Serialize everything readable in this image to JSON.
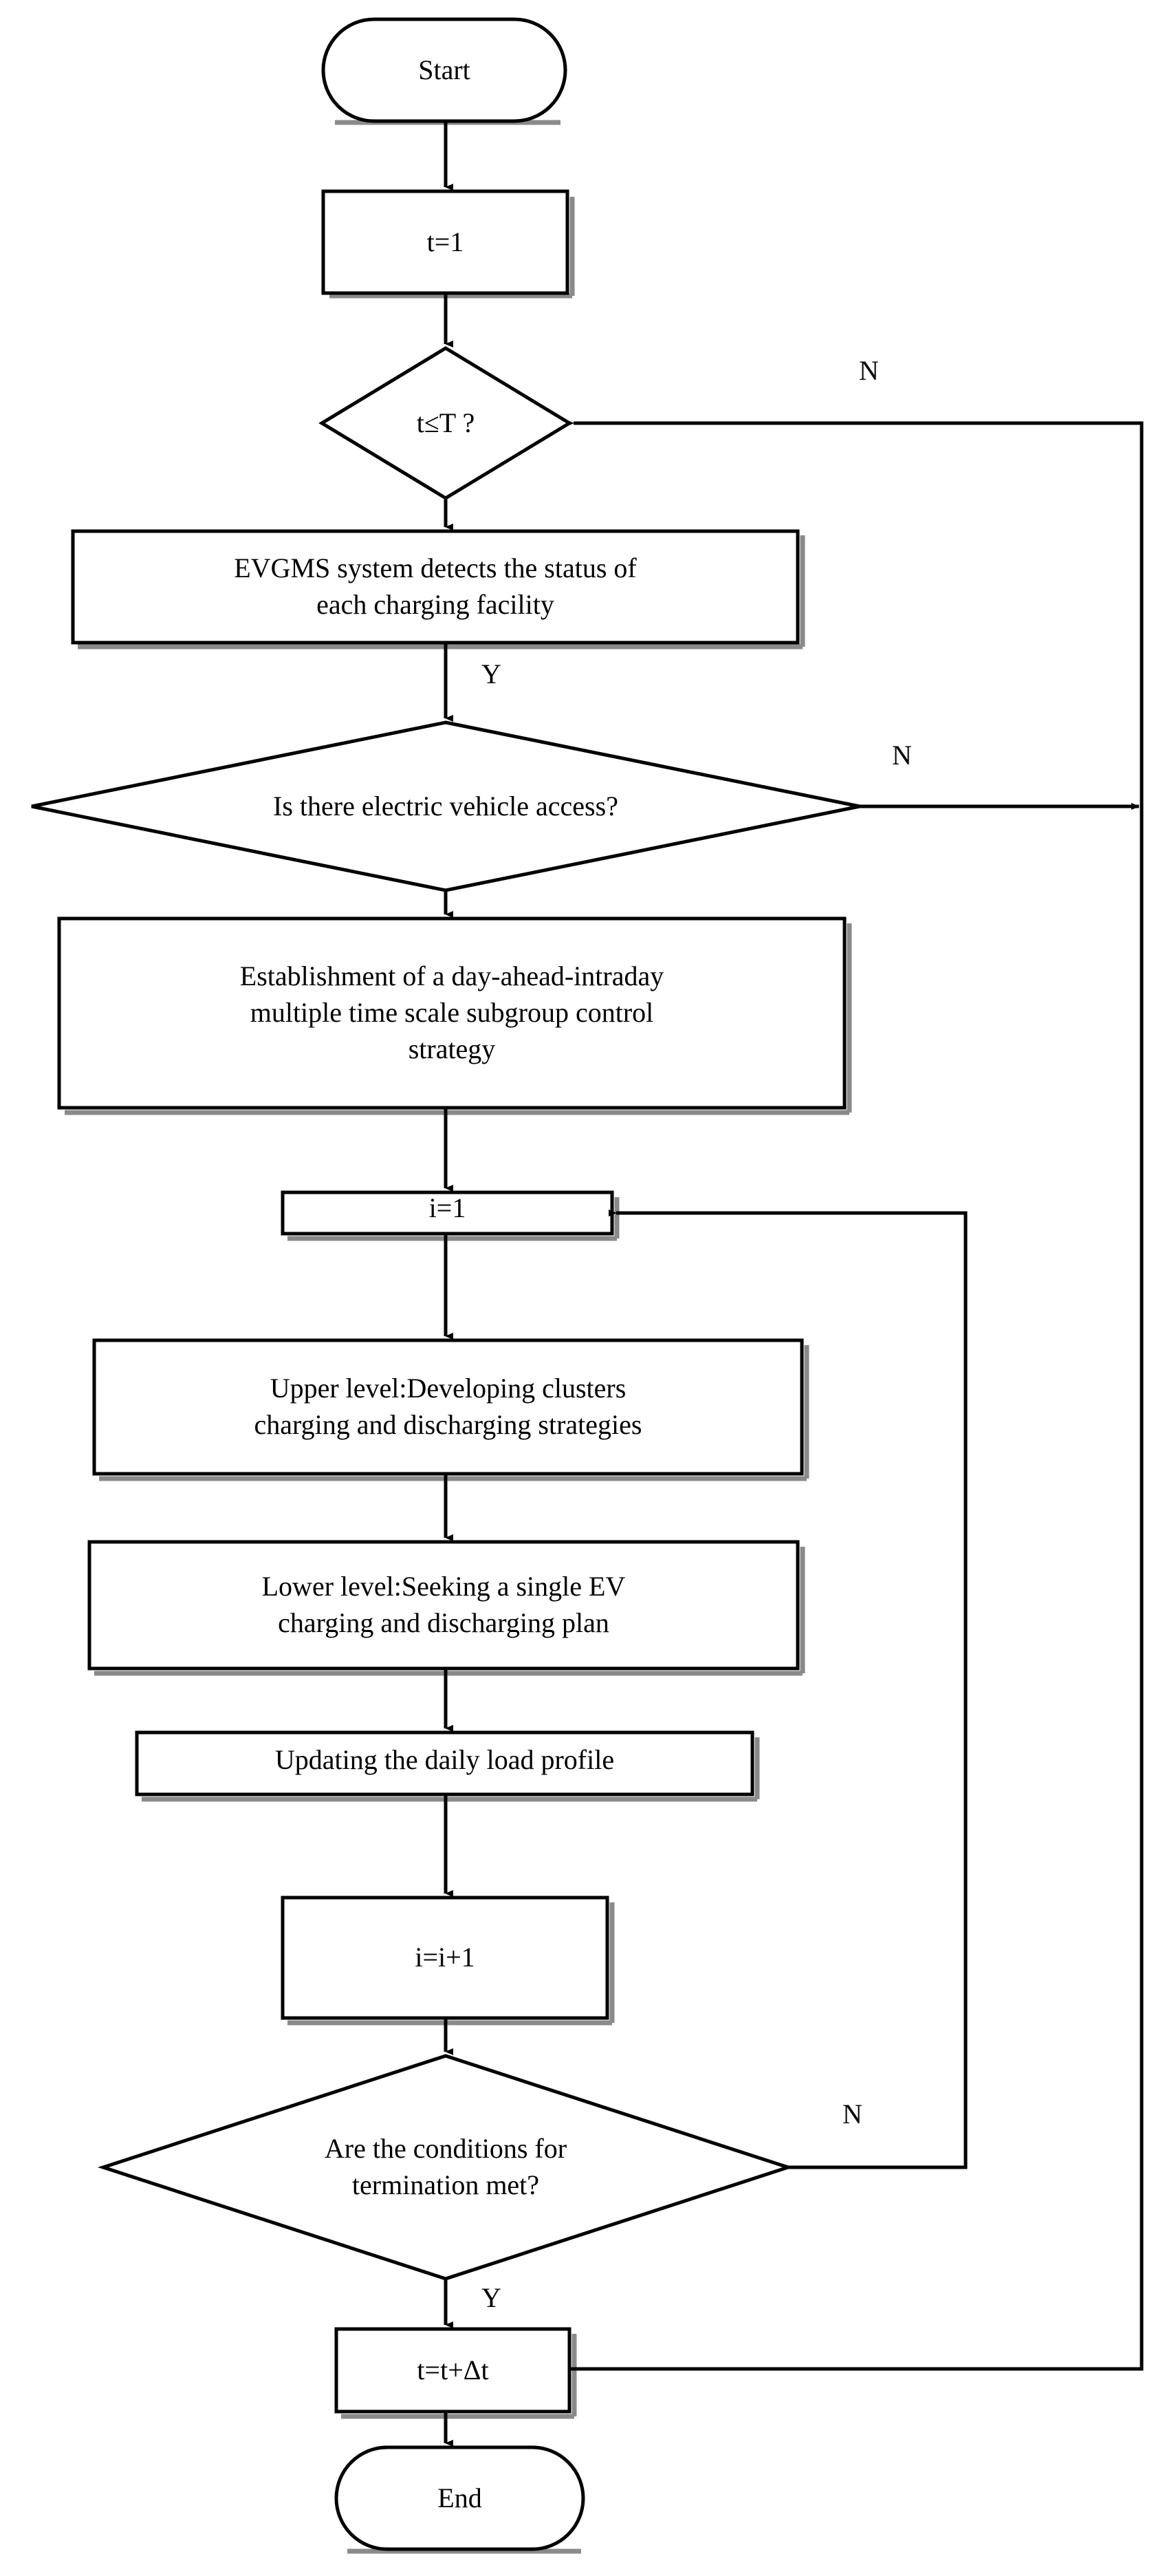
{
  "diagram": {
    "title": "EVGMS day-ahead-intraday multiple time scale control flowchart",
    "type": "flowchart",
    "orientation": "top-to-bottom",
    "colors": {
      "stroke": "#000000",
      "fill": "#ffffff",
      "text": "#000000",
      "shadow": "#808080"
    }
  },
  "nodes": {
    "start": {
      "label": "Start",
      "shape": "terminator"
    },
    "init_t": {
      "label": "t=1",
      "shape": "process"
    },
    "check_t": {
      "label": "t≤T ?",
      "shape": "decision"
    },
    "detect": {
      "label": "EVGMS system detects the status of\neach charging facility",
      "shape": "process"
    },
    "ev_access": {
      "label": "Is there electric vehicle access?",
      "shape": "decision"
    },
    "establish": {
      "label": "Establishment of a day-ahead-intraday\nmultiple time scale subgroup control\nstrategy",
      "shape": "process"
    },
    "init_i": {
      "label": "i=1",
      "shape": "process"
    },
    "upper": {
      "label": "Upper level:Developing clusters\ncharging and discharging strategies",
      "shape": "process"
    },
    "lower": {
      "label": "Lower level:Seeking a single EV\ncharging and discharging plan",
      "shape": "process"
    },
    "update": {
      "label": "Updating the daily load profile",
      "shape": "process"
    },
    "incr_i": {
      "label": "i=i+1",
      "shape": "process"
    },
    "terminate": {
      "label": "Are the conditions for\ntermination met?",
      "shape": "decision"
    },
    "incr_t": {
      "label": "t=t+Δt",
      "shape": "process"
    },
    "end": {
      "label": "End",
      "shape": "terminator"
    }
  },
  "edge_labels": {
    "check_t_no": "N",
    "detect_yes": "Y",
    "ev_access_no": "N",
    "terminate_no": "N",
    "terminate_yes": "Y"
  },
  "edges": [
    {
      "from": "start",
      "to": "init_t",
      "label": ""
    },
    {
      "from": "init_t",
      "to": "check_t",
      "label": ""
    },
    {
      "from": "check_t",
      "to": "detect",
      "label": ""
    },
    {
      "from": "detect",
      "to": "ev_access",
      "label": "Y"
    },
    {
      "from": "ev_access",
      "to": "establish",
      "label": ""
    },
    {
      "from": "ev_access",
      "to": "end",
      "label": "N"
    },
    {
      "from": "establish",
      "to": "init_i",
      "label": ""
    },
    {
      "from": "init_i",
      "to": "upper",
      "label": ""
    },
    {
      "from": "upper",
      "to": "lower",
      "label": ""
    },
    {
      "from": "lower",
      "to": "update",
      "label": ""
    },
    {
      "from": "update",
      "to": "incr_i",
      "label": ""
    },
    {
      "from": "incr_i",
      "to": "terminate",
      "label": ""
    },
    {
      "from": "terminate",
      "to": "init_i",
      "label": "N"
    },
    {
      "from": "terminate",
      "to": "incr_t",
      "label": "Y"
    },
    {
      "from": "incr_t",
      "to": "check_t",
      "label": ""
    },
    {
      "from": "incr_t",
      "to": "end",
      "label": ""
    }
  ]
}
